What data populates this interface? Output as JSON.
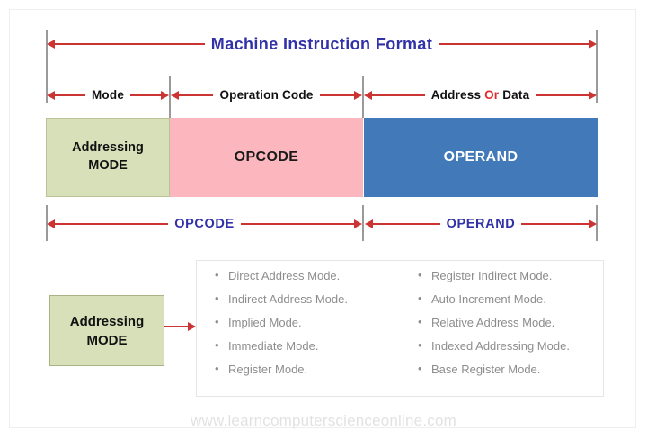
{
  "diagram": {
    "title": "Machine  Instruction  Format",
    "watermark": "www.learncomputerscienceonline.com"
  },
  "field_labels": {
    "mode": "Mode",
    "operation_code": "Operation  Code",
    "address": "Address",
    "or": "Or",
    "data": "Data"
  },
  "blocks": {
    "mode_line1": "Addressing",
    "mode_line2": "MODE",
    "opcode": "OPCODE",
    "operand": "OPERAND"
  },
  "span_labels": {
    "opcode": "OPCODE",
    "operand": "OPERAND"
  },
  "addressing_mode_box": {
    "line1": "Addressing",
    "line2": "MODE"
  },
  "modes": {
    "left_column": [
      "Direct  Address Mode.",
      "Indirect Address Mode.",
      "Implied Mode.",
      "Immediate Mode.",
      "Register Mode."
    ],
    "right_column": [
      "Register Indirect Mode.",
      "Auto Increment Mode.",
      "Relative Address Mode.",
      "Indexed Addressing Mode.",
      "Base Register Mode."
    ]
  },
  "colors": {
    "mode_block": "#d8e0b9",
    "opcode_block": "#fbb7bd",
    "operand_block": "#4279b8",
    "arrow": "#cc3333",
    "title_text": "#3232a8",
    "accent_red": "#e02b2b",
    "guide_line": "#9a9a9a"
  }
}
